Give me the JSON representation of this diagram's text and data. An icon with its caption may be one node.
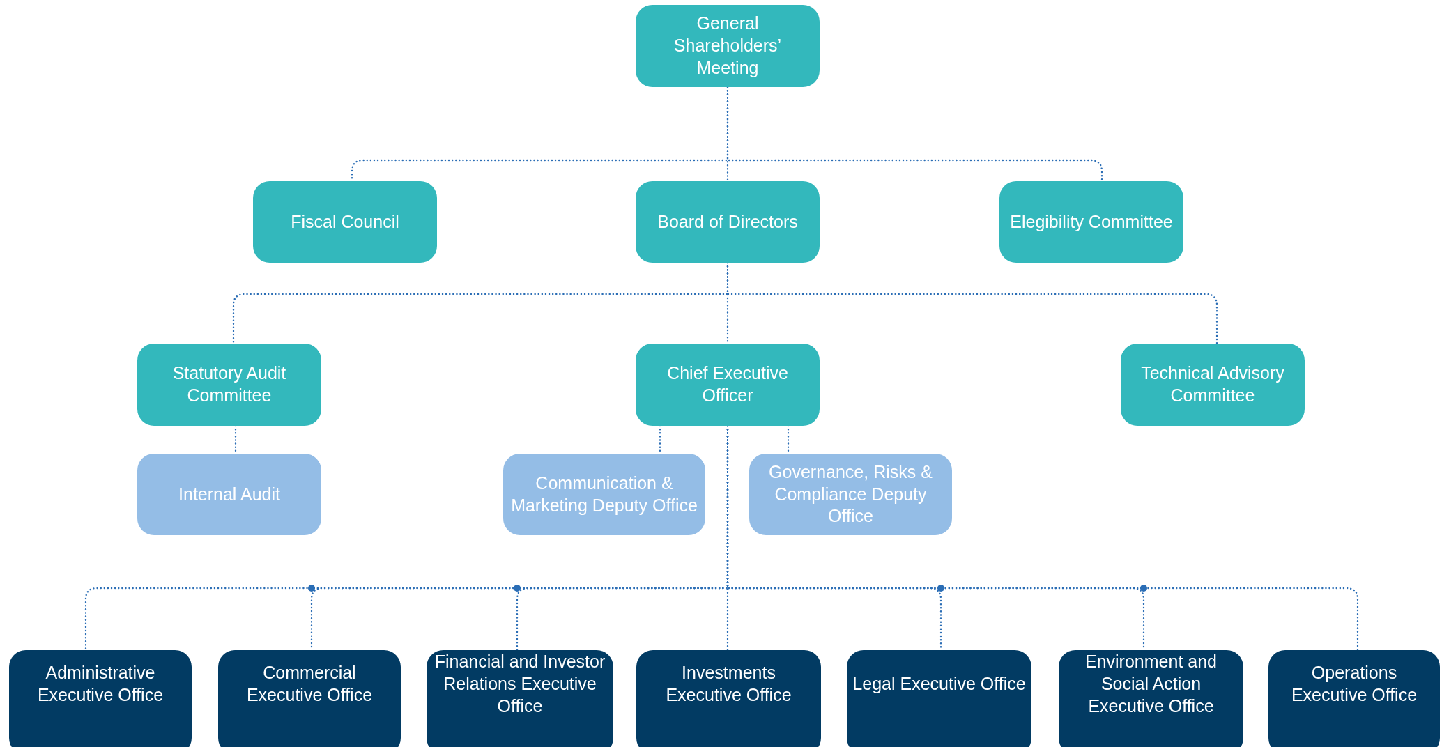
{
  "diagram": {
    "nodes": [
      {
        "text": [
          "General Shareholders’ Meeting"
        ]
      },
      {
        "text": [
          "Fiscal Council"
        ]
      },
      {
        "text": [
          "Board of Directors"
        ]
      },
      {
        "text": [
          "Elegibility Committee"
        ]
      },
      {
        "text": [
          "Statutory Audit Committee"
        ]
      },
      {
        "text": [
          "Chief Executive Officer"
        ]
      },
      {
        "text": [
          "Technical Advisory Committee"
        ]
      },
      {
        "text": [
          "Internal Audit"
        ]
      },
      {
        "text": [
          "Communication & Marketing Deputy Office"
        ]
      },
      {
        "text": [
          "Governance, Risks & Compliance Deputy Office"
        ]
      },
      {
        "text": [
          "Administrative Executive Office"
        ]
      },
      {
        "text": [
          "Commercial Executive Office"
        ]
      },
      {
        "text": [
          "Financial and Investor Relations Executive Office"
        ]
      },
      {
        "text": [
          "Investments Executive Office"
        ]
      },
      {
        "text": [
          "Legal Executive Office"
        ]
      },
      {
        "text": [
          "Environment and Social Action Executive Office"
        ]
      },
      {
        "text": [
          "Operations Executive Office"
        ]
      }
    ],
    "edges": [
      {
        "from": 0,
        "to": 1,
        "arrow": "none"
      },
      {
        "from": 0,
        "to": 2,
        "arrow": "none"
      },
      {
        "from": 0,
        "to": 3,
        "arrow": "none"
      },
      {
        "from": 2,
        "to": 4,
        "arrow": "none"
      },
      {
        "from": 2,
        "to": 5,
        "arrow": "none"
      },
      {
        "from": 2,
        "to": 6,
        "arrow": "none"
      },
      {
        "from": 4,
        "to": 7,
        "arrow": "none"
      },
      {
        "from": 5,
        "to": 8,
        "arrow": "none"
      },
      {
        "from": 5,
        "to": 9,
        "arrow": "none"
      },
      {
        "from": 5,
        "to": 10,
        "arrow": "none"
      },
      {
        "from": 5,
        "to": 11,
        "arrow": "none"
      },
      {
        "from": 5,
        "to": 12,
        "arrow": "none"
      },
      {
        "from": 5,
        "to": 13,
        "arrow": "none"
      },
      {
        "from": 5,
        "to": 14,
        "arrow": "none"
      },
      {
        "from": 5,
        "to": 15,
        "arrow": "none"
      },
      {
        "from": 5,
        "to": 16,
        "arrow": "none"
      }
    ]
  }
}
